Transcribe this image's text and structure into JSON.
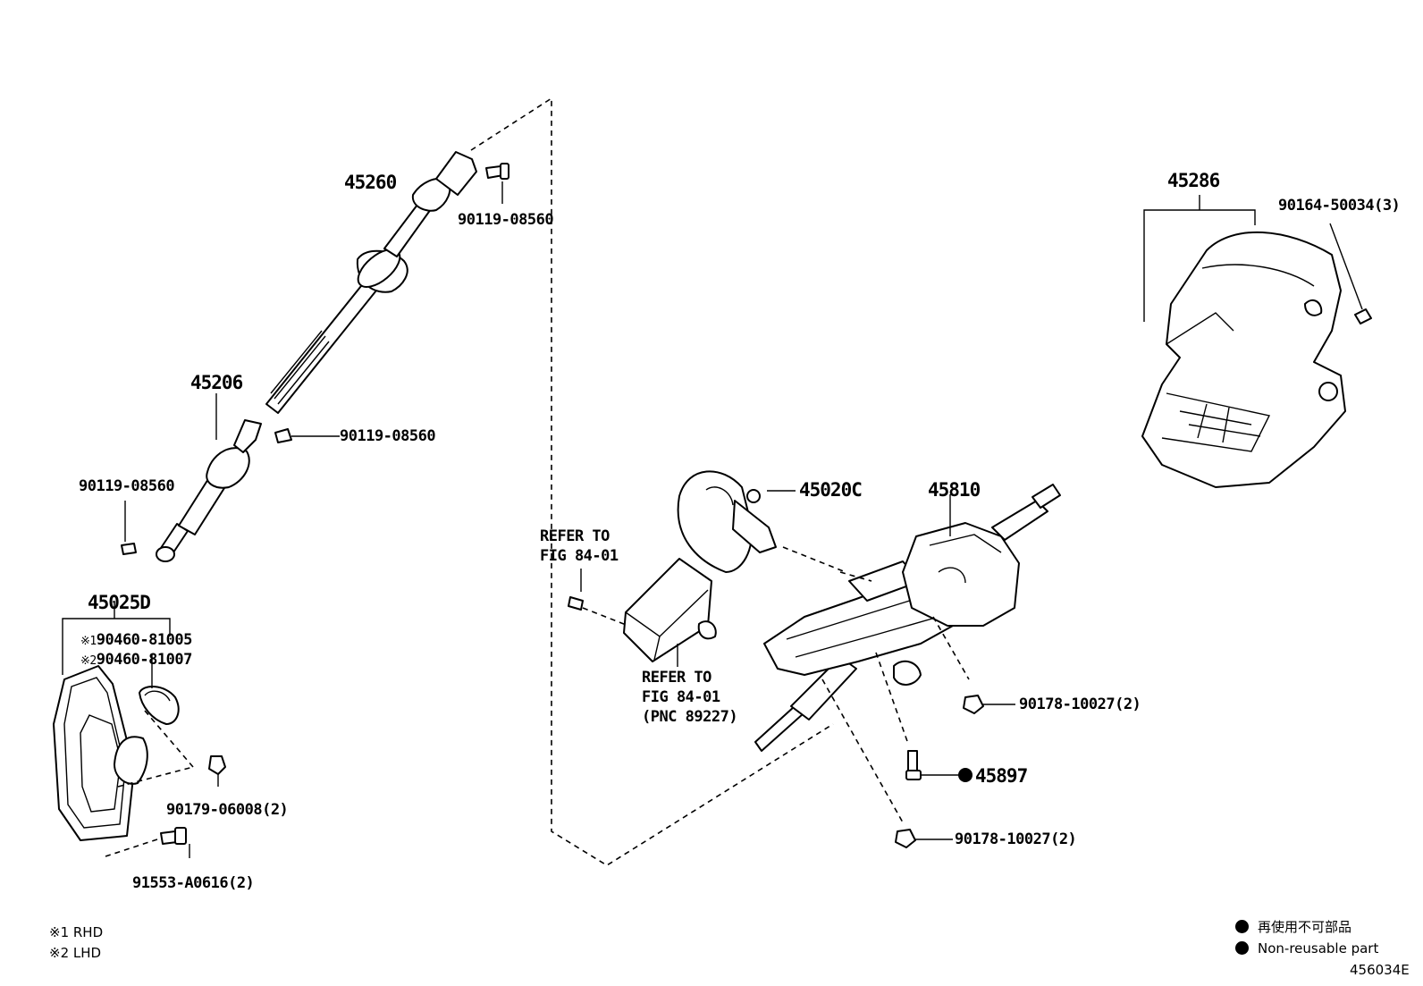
{
  "labels": {
    "shaft_assy": "45260",
    "shaft_bolt_top": "90119-08560",
    "shaft_bolt_mid": "90119-08560",
    "intermediate_shaft": "45206",
    "shaft_bolt_left": "90119-08560",
    "cover": "45025D",
    "clamp_rhd": "90460-81005",
    "clamp_lhd": "90460-81007",
    "nut_cover": "90179-06008(2)",
    "bolt_cover": "91553-A0616(2)",
    "refer_top_1": "REFER TO",
    "refer_top_2": "FIG 84-01",
    "refer_bottom_1": "REFER TO",
    "refer_bottom_2": "FIG 84-01",
    "refer_bottom_3": "(PNC 89227)",
    "motor": "45020C",
    "column_assy": "45810",
    "nut_right": "90178-10027(2)",
    "bolt_nonreusable": "45897",
    "nut_bottom": "90178-10027(2)",
    "column_cover": "45286",
    "cover_screw": "90164-50034(3)"
  },
  "markers": {
    "rhd": "※1",
    "lhd": "※2"
  },
  "notes": {
    "rhd": "※1 RHD",
    "lhd": "※2 LHD"
  },
  "legend": {
    "jp": "再使用不可部品",
    "en": "Non-reusable part"
  },
  "figure_id": "456034E"
}
